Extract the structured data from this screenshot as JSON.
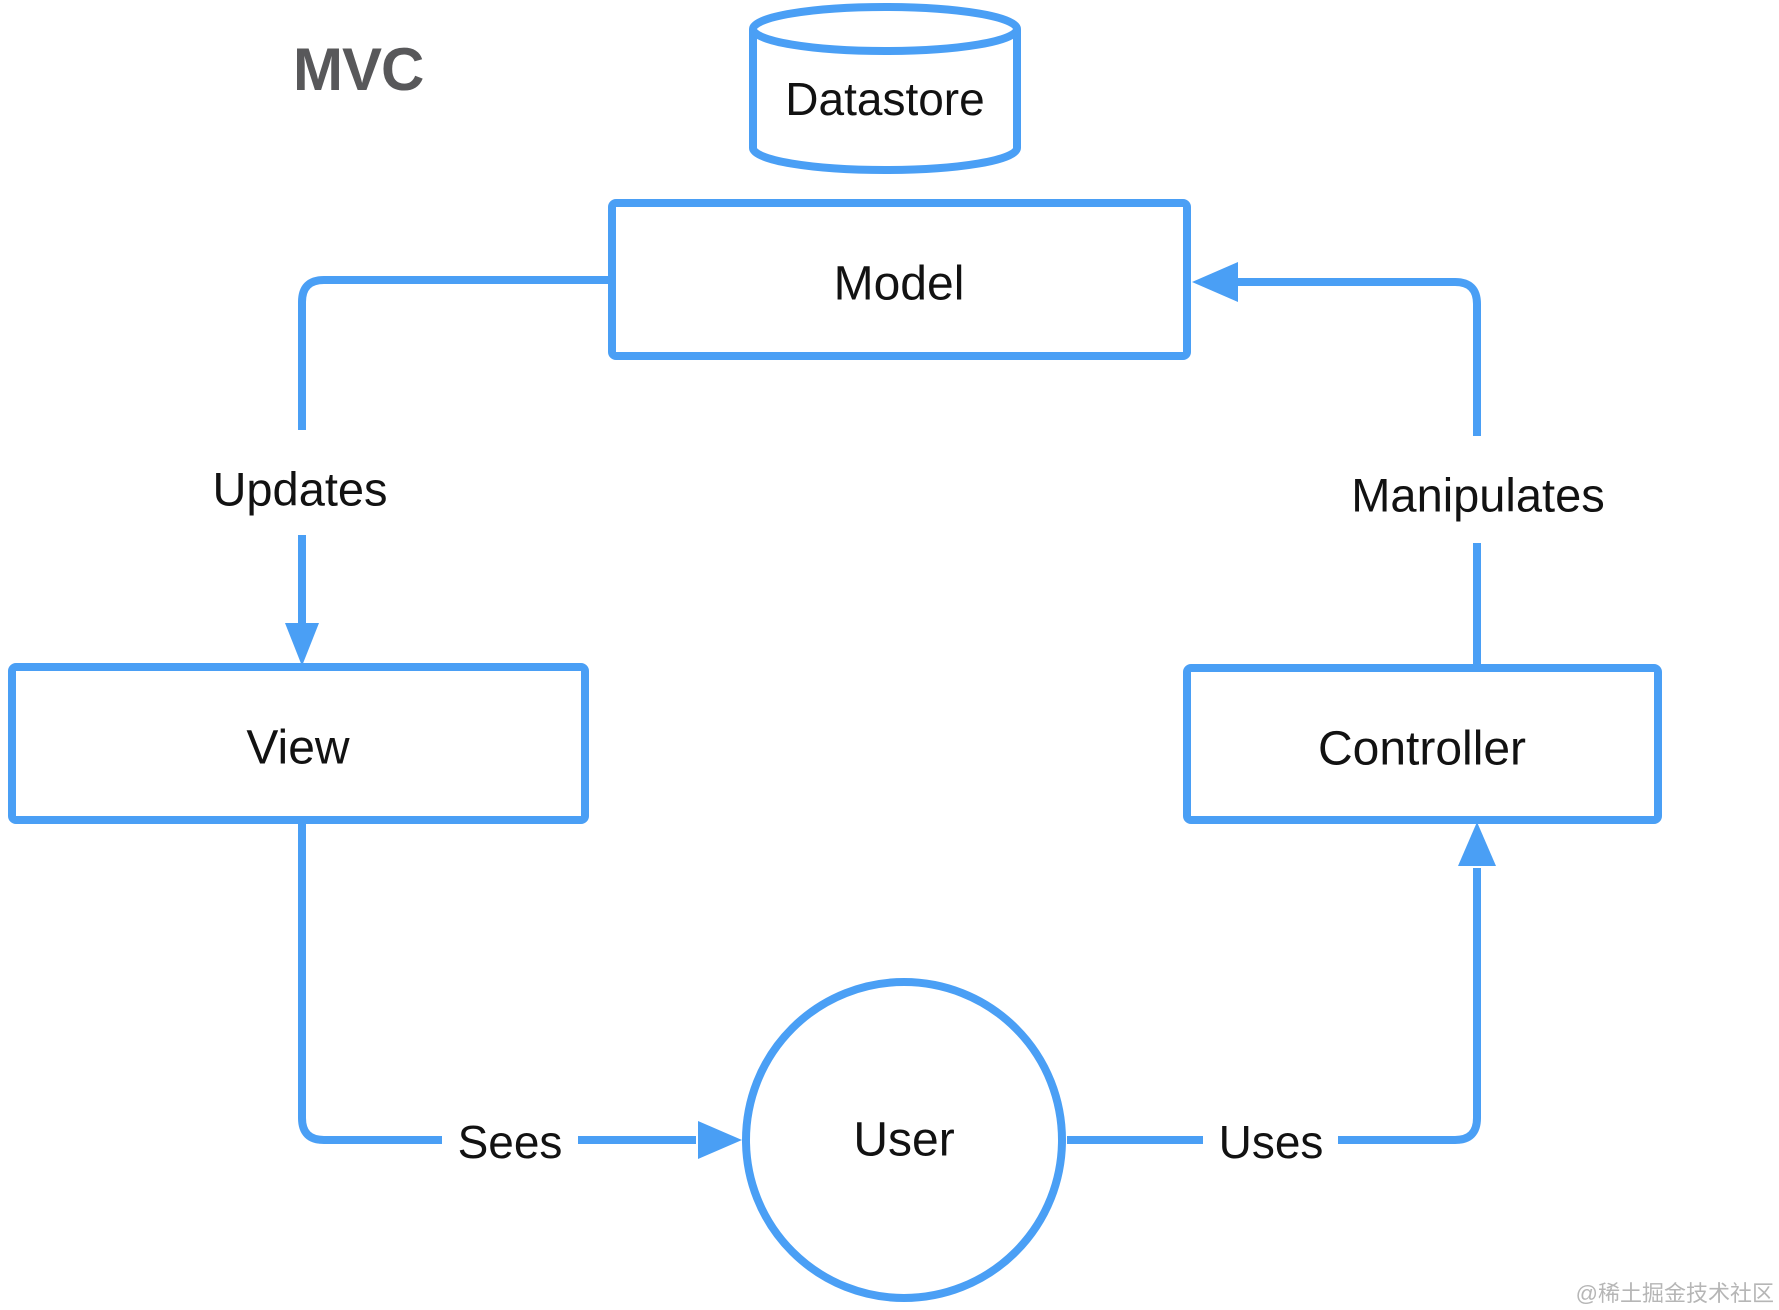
{
  "title": "MVC",
  "watermark": "@稀土掘金技术社区",
  "colors": {
    "accent": "#4a9ff5",
    "text": "#121212",
    "title": "#58585a",
    "watermark": "#b6b6b6",
    "background": "#ffffff"
  },
  "nodes": {
    "datastore": {
      "label": "Datastore",
      "shape": "cylinder"
    },
    "model": {
      "label": "Model",
      "shape": "rectangle"
    },
    "view": {
      "label": "View",
      "shape": "rectangle"
    },
    "controller": {
      "label": "Controller",
      "shape": "rectangle"
    },
    "user": {
      "label": "User",
      "shape": "circle"
    }
  },
  "edges": {
    "updates": {
      "label": "Updates",
      "from": "Model",
      "to": "View"
    },
    "manipulates": {
      "label": "Manipulates",
      "from": "Controller",
      "to": "Model"
    },
    "sees": {
      "label": "Sees",
      "from": "View",
      "to": "User"
    },
    "uses": {
      "label": "Uses",
      "from": "User",
      "to": "Controller"
    }
  }
}
